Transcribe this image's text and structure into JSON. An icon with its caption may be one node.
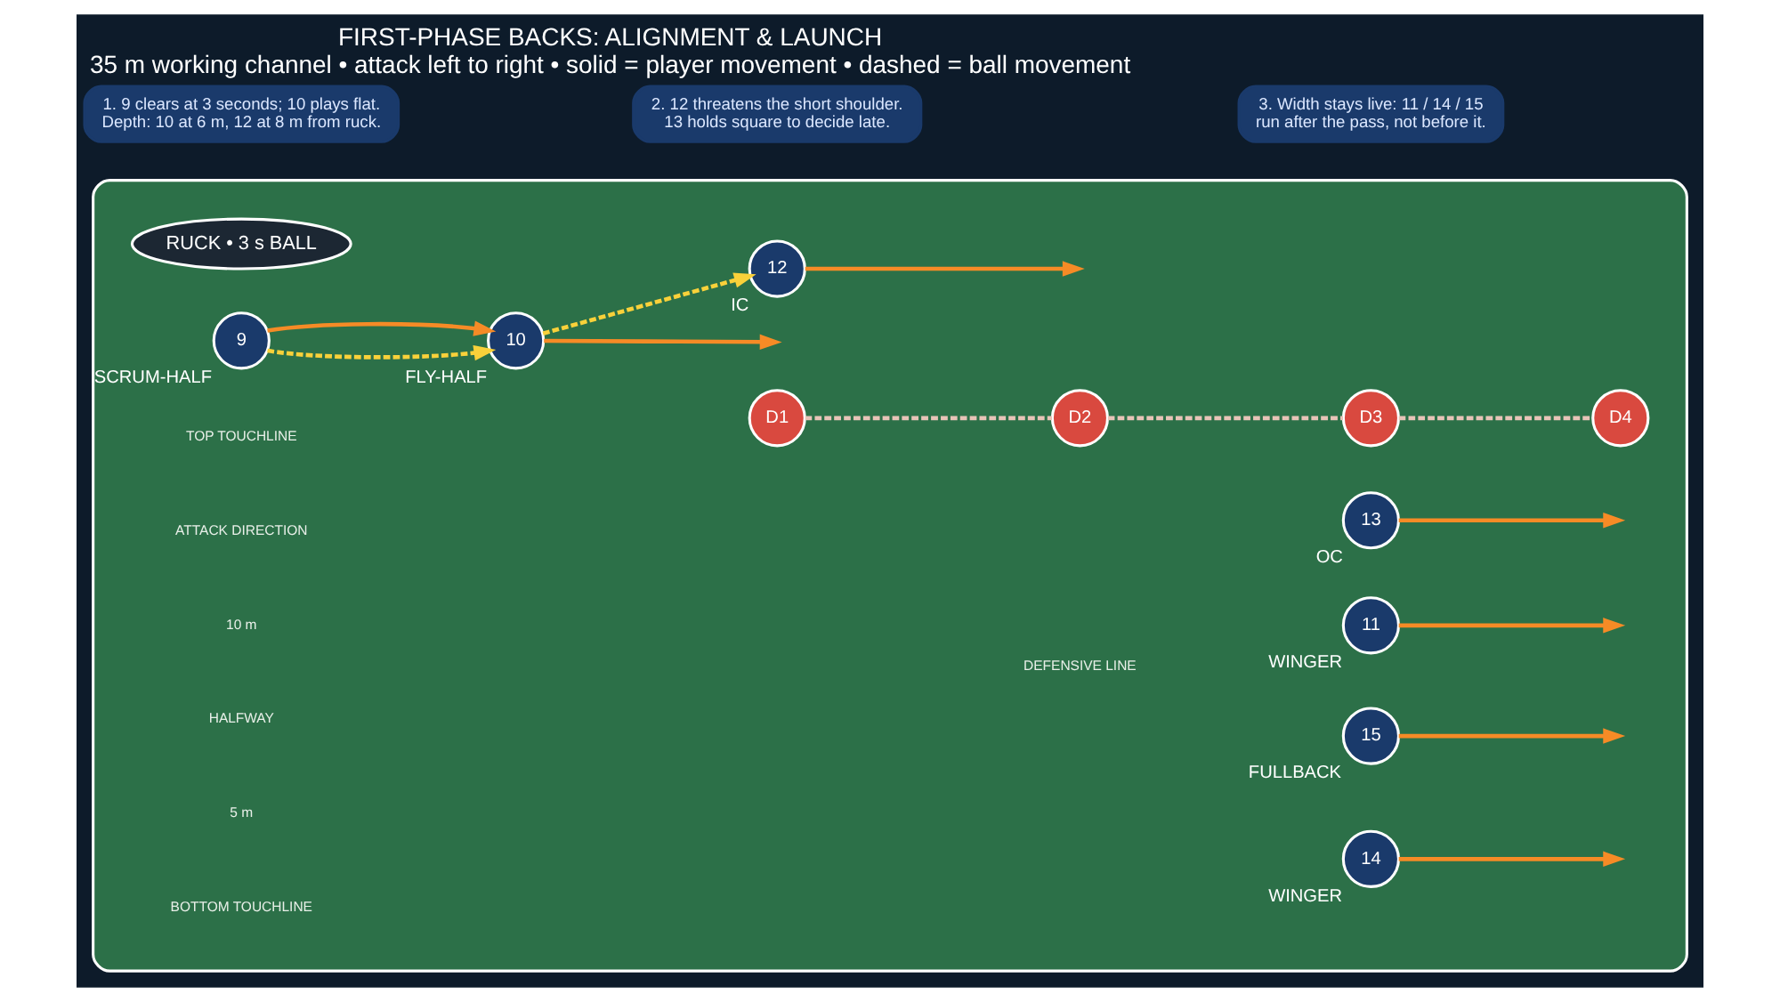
{
  "diagram": {
    "title": "FIRST-PHASE BACKS: ALIGNMENT & LAUNCH",
    "caption": "35 m working channel • attack left to right • solid = player movement • dashed = ball movement",
    "nodes": [
      {
        "text": [],
        "shape": "box"
      },
      {
        "text": [
          "RUCK • 3 s BALL"
        ],
        "in": 0
      },
      {
        "text": [
          "9"
        ],
        "beside": [
          "SCRUM-HALF"
        ],
        "in": 0
      },
      {
        "text": [
          "10"
        ],
        "beside": [
          "FLY-HALF"
        ],
        "in": 0
      },
      {
        "text": [
          "D1"
        ],
        "in": 0
      },
      {
        "text": [
          "12"
        ],
        "beside": [
          "IC"
        ],
        "in": 0
      },
      {
        "text": [
          "D2"
        ],
        "in": 0
      },
      {
        "text": [
          "13"
        ],
        "beside": [
          "OC"
        ],
        "in": 0
      },
      {
        "text": [
          "D3"
        ],
        "in": 0
      },
      {
        "text": [
          "11"
        ],
        "beside": [
          "WINGER"
        ],
        "in": 0
      },
      {
        "text": [
          "15"
        ],
        "beside": [
          "FULLBACK"
        ],
        "in": 0
      },
      {
        "text": [
          "D4"
        ],
        "in": 0
      },
      {
        "text": [
          "14"
        ],
        "beside": [
          "WINGER"
        ],
        "in": 0
      },
      {
        "text": [
          "1. 9 clears at 3 seconds; 10 plays flat.",
          "Depth: 10 at 6 m, 12 at 8 m from ruck."
        ]
      },
      {
        "text": [
          "2. 12 threatens the short shoulder.",
          "13 holds square to decide late."
        ]
      },
      {
        "text": [
          "3. Width stays live: 11 / 14 / 15",
          "run after the pass, not before it."
        ]
      }
    ],
    "edges": [
      {
        "from": 2,
        "to": 3,
        "arrow": "to",
        "style": "dashed",
        "color": "#f9d13a"
      },
      {
        "from": 2,
        "to": 3,
        "arrow": "to"
      },
      {
        "from": 3,
        "to": 5,
        "arrow": "to",
        "style": "dashed",
        "color": "#f9d13a"
      },
      {
        "from": 3,
        "to": null,
        "arrow": "to"
      },
      {
        "from": 5,
        "to": null,
        "arrow": "to"
      },
      {
        "from": 7,
        "to": null,
        "arrow": "to"
      },
      {
        "from": 9,
        "to": null,
        "arrow": "to"
      },
      {
        "from": 10,
        "to": null,
        "arrow": "to"
      },
      {
        "from": 12,
        "to": null,
        "arrow": "to"
      },
      {
        "from": 4,
        "to": 6,
        "arrow": "none",
        "style": "dashed",
        "color": "#e8c4b8"
      },
      {
        "from": 6,
        "to": 8,
        "arrow": "none",
        "style": "dashed",
        "color": "#e8c4b8"
      },
      {
        "from": 8,
        "to": 11,
        "arrow": "none",
        "style": "dashed",
        "color": "#e8c4b8"
      }
    ],
    "labels": [
      "TOP TOUCHLINE",
      "ATTACK DIRECTION",
      "DEFENSIVE LINE",
      "10 m",
      "HALFWAY",
      "5 m",
      "BOTTOM TOUCHLINE"
    ]
  }
}
